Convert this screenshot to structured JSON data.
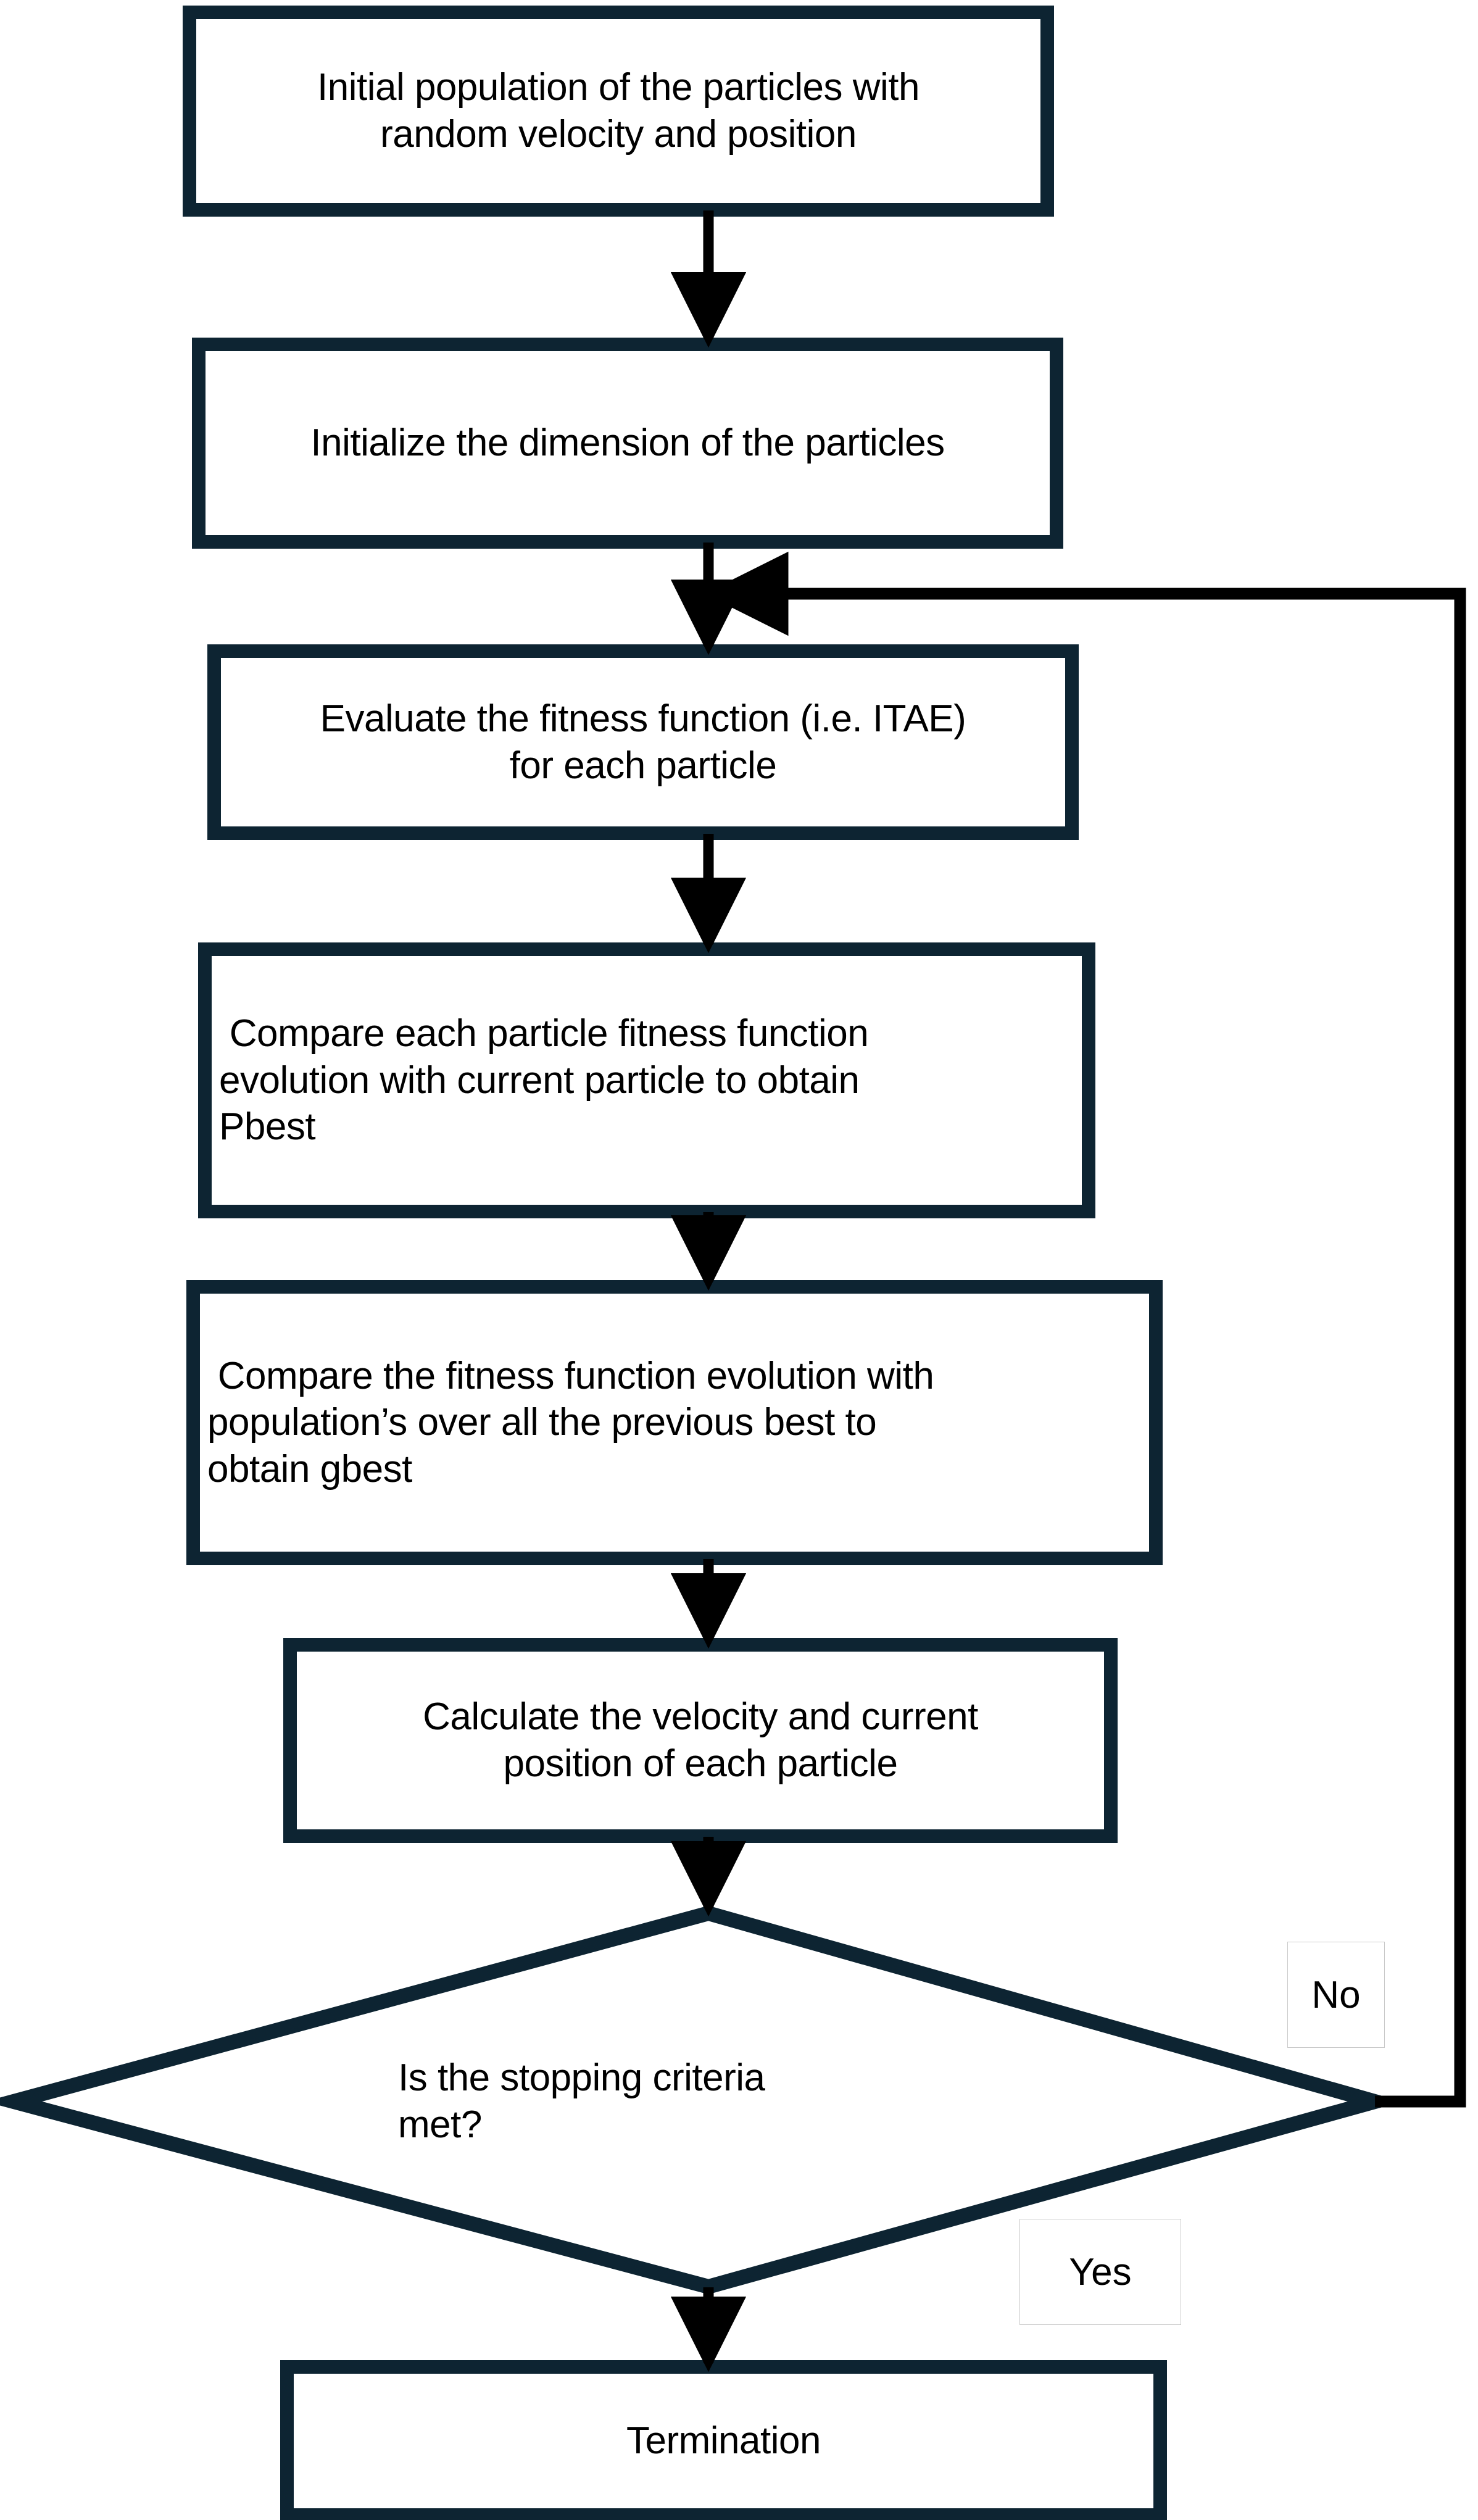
{
  "diagram": {
    "type": "flowchart",
    "title": "PSO algorithm flowchart",
    "colors": {
      "node_border": "#0d2432",
      "node_fill": "#ffffff",
      "arrow": "#000000",
      "edge_label_border": "#c8c8c8",
      "text": "#000000",
      "background": "#ffffff"
    },
    "nodes": [
      {
        "id": "initial-population",
        "shape": "rectangle",
        "lines": [
          "Initial population of the particles with",
          "random velocity and position"
        ],
        "align": "center"
      },
      {
        "id": "initialize-dimension",
        "shape": "rectangle",
        "lines": [
          "Initialize the dimension of the particles"
        ],
        "align": "center"
      },
      {
        "id": "evaluate-fitness",
        "shape": "rectangle",
        "lines": [
          "Evaluate the fitness function (i.e. ITAE)",
          "for each particle"
        ],
        "align": "center"
      },
      {
        "id": "compare-pbest",
        "shape": "rectangle",
        "lines": [
          " Compare each particle fitness function",
          "evolution with current particle to obtain",
          "Pbest"
        ],
        "align": "left"
      },
      {
        "id": "compare-gbest",
        "shape": "rectangle",
        "lines": [
          " Compare the fitness function evolution with",
          "population’s over all the previous best to",
          "obtain gbest"
        ],
        "align": "left"
      },
      {
        "id": "calculate-velocity",
        "shape": "rectangle",
        "lines": [
          "Calculate the velocity and current",
          "position of each particle"
        ],
        "align": "center"
      },
      {
        "id": "stopping-criteria",
        "shape": "diamond",
        "lines": [
          "Is the stopping criteria",
          "met?"
        ],
        "align": "left"
      },
      {
        "id": "termination",
        "shape": "rectangle",
        "lines": [
          "Termination"
        ],
        "align": "center"
      }
    ],
    "edge_labels": [
      {
        "id": "no",
        "text": "No"
      },
      {
        "id": "yes",
        "text": "Yes"
      }
    ]
  }
}
